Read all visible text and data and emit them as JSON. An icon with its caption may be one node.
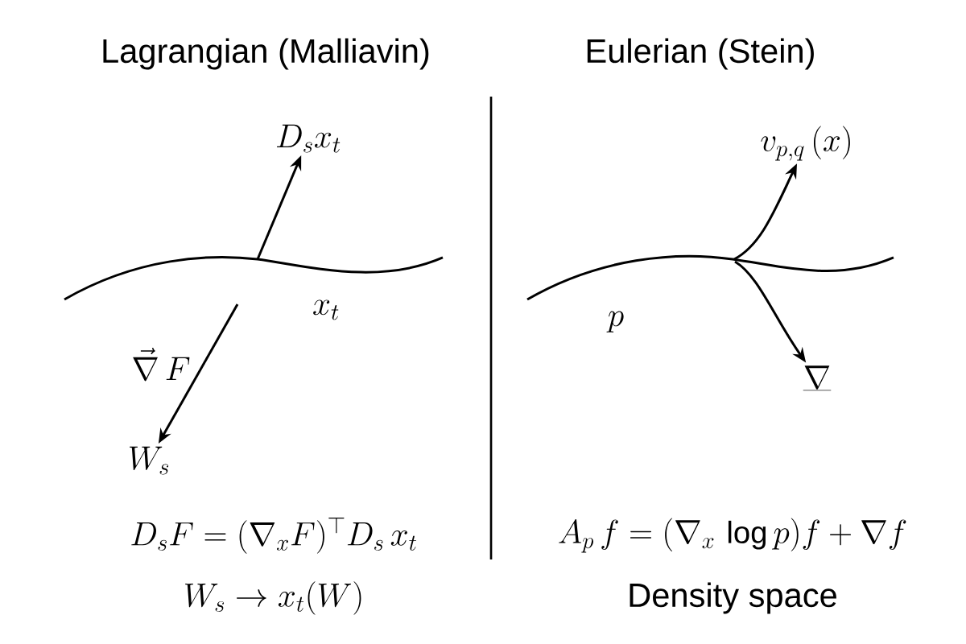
{
  "diagram": {
    "nodes": [
      {
        "text": [],
        "shape": "curve",
        "beside": [
          "x_t"
        ]
      },
      {
        "text": [
          "D_s x_t"
        ]
      },
      {
        "text": [
          "W_s"
        ]
      },
      {
        "text": [],
        "shape": "curve",
        "beside": [
          "p"
        ]
      },
      {
        "text": [
          "v_{p,q}\\,(x)"
        ]
      },
      {
        "text": [
          "\\underline{\\nabla}"
        ]
      }
    ],
    "edges": [
      {
        "from": 0,
        "to": 1,
        "arrow": "to"
      },
      {
        "from": 0,
        "to": 2,
        "arrow": "to",
        "label": "\\vec{\\nabla}\\, F"
      },
      {
        "from": 3,
        "to": 4,
        "arrow": "to"
      },
      {
        "from": 3,
        "to": 5,
        "arrow": "to"
      }
    ],
    "labels": [
      "Lagrangian (Malliavin)",
      "Eulerian (Stein)",
      "D_s F = (\\nabla_x F)^{\\top} D_s\\, x_t",
      "A_p\\, f = (\\nabla_x\\, \\log p) f + \\nabla f",
      "W_s \\to x_t(W)",
      "Density space"
    ]
  }
}
